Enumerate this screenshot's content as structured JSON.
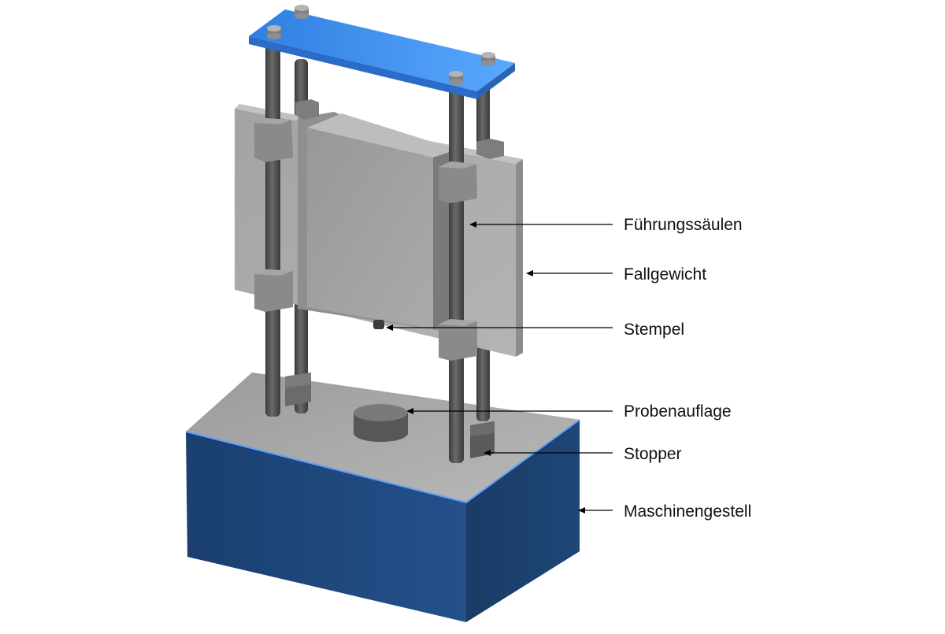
{
  "diagram": {
    "labels": [
      {
        "id": "guide-columns",
        "text": "Führungssäulen"
      },
      {
        "id": "drop-weight",
        "text": "Fallgewicht"
      },
      {
        "id": "punch",
        "text": "Stempel"
      },
      {
        "id": "specimen-support",
        "text": "Probenauflage"
      },
      {
        "id": "stopper",
        "text": "Stopper"
      },
      {
        "id": "machine-frame",
        "text": "Maschinengestell"
      }
    ]
  },
  "colors": {
    "frame_blue": "#1f477d",
    "top_plate_blue": "#3d8be6",
    "steel_gray": "#9a9a9a",
    "column_dark": "#4a4a4a",
    "leader_line": "#000000"
  }
}
